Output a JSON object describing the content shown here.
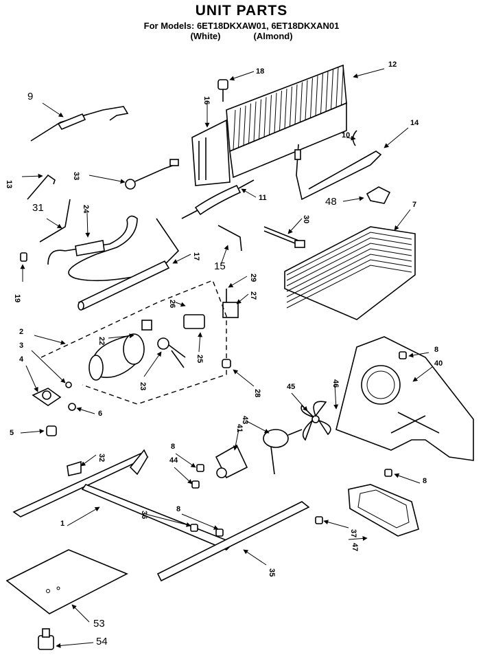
{
  "header": {
    "title": "UNIT PARTS",
    "models": "For Models: 6ET18DKXAW01, 6ET18DKXAN01",
    "color_white": "(White)",
    "color_almond": "(Almond)"
  },
  "callouts": [
    "9",
    "18",
    "16",
    "12",
    "10",
    "14",
    "13",
    "33",
    "11",
    "48",
    "31",
    "24",
    "30",
    "7",
    "19",
    "17",
    "15",
    "29",
    "26",
    "27",
    "2",
    "22",
    "3",
    "25",
    "4",
    "23",
    "28",
    "8",
    "40",
    "6",
    "46",
    "45",
    "5",
    "43",
    "41",
    "32",
    "8",
    "44",
    "8",
    "36",
    "8",
    "1",
    "37",
    "47",
    "35",
    "53",
    "54"
  ]
}
